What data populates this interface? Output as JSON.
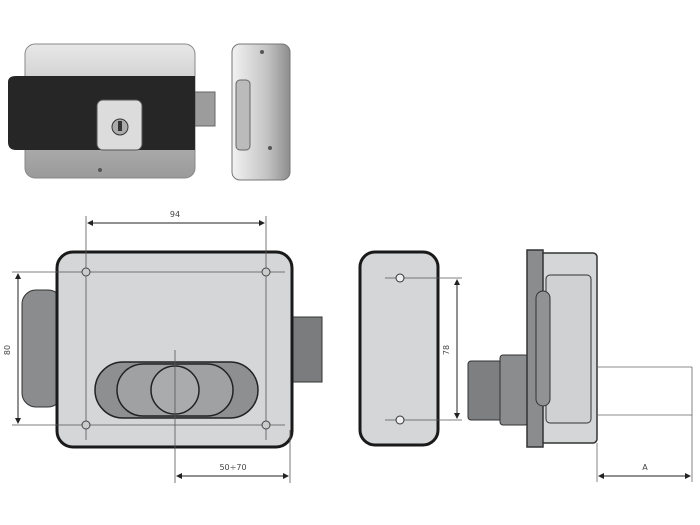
{
  "dimensions": {
    "width_holes": "94",
    "height_holes": "80",
    "backset": "50÷70",
    "strike_holes": "78",
    "bolt_projection": "A"
  },
  "colors": {
    "outline": "#1a1a1a",
    "body_fill": "#d4d6d8",
    "dark_part": "#7a7c7e",
    "plate_black": "#262626"
  }
}
